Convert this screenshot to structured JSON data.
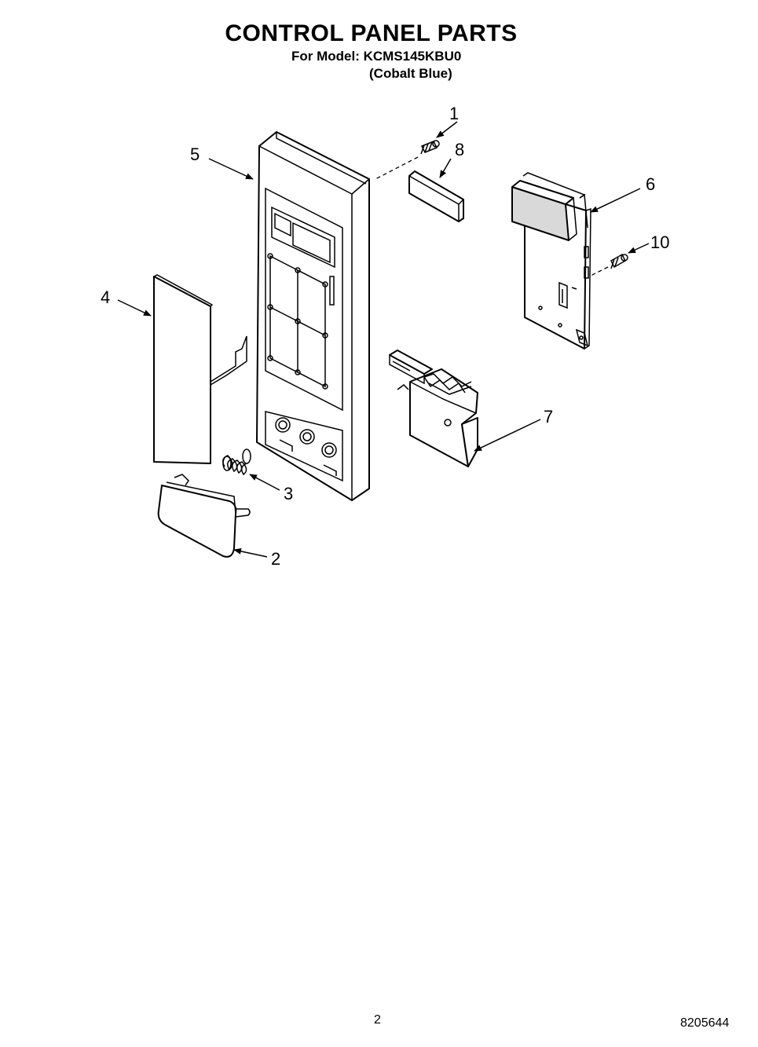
{
  "header": {
    "title": "CONTROL PANEL PARTS",
    "model_line": "For Model: KCMS145KBU0",
    "color_line": "(Cobalt Blue)"
  },
  "callouts": [
    "1",
    "2",
    "3",
    "4",
    "5",
    "6",
    "7",
    "8",
    "10"
  ],
  "footer": {
    "page_number": "2",
    "document_number": "8205644"
  }
}
